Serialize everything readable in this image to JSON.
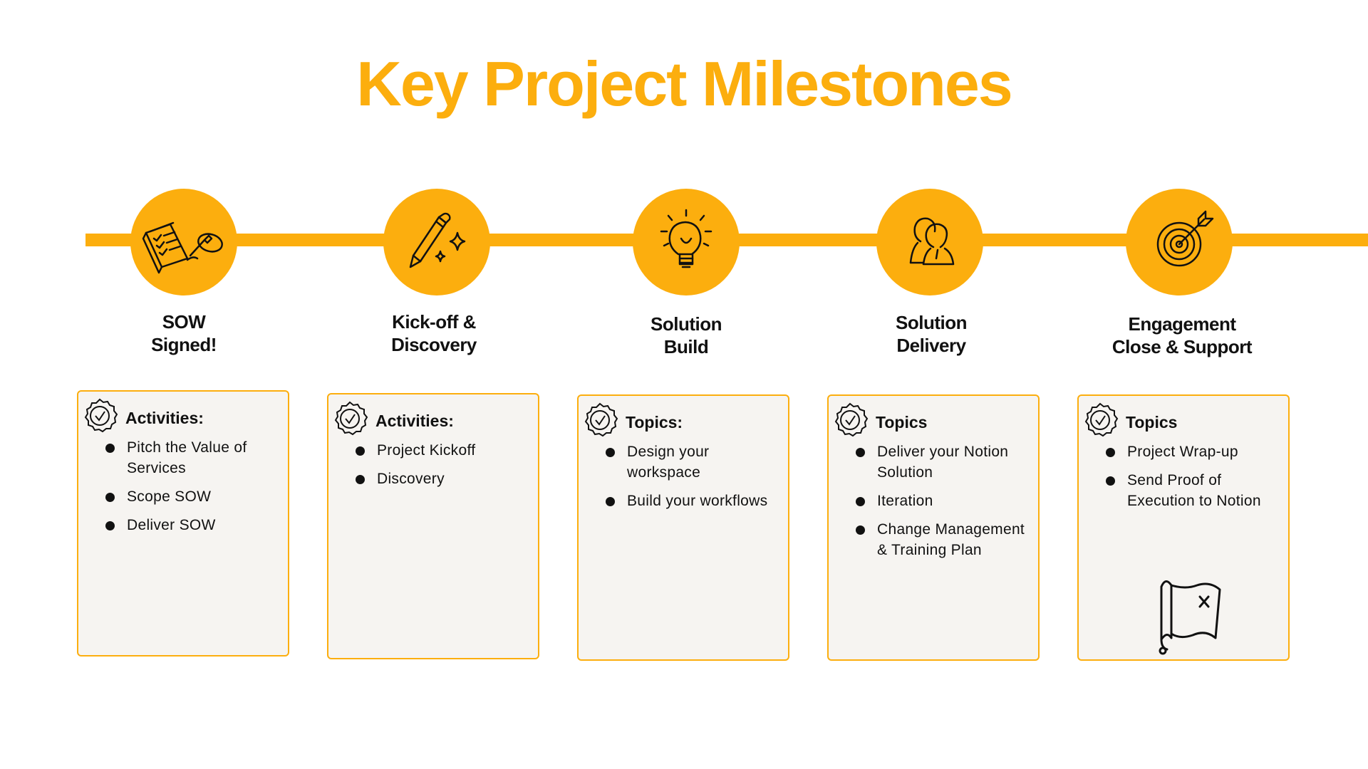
{
  "title": "Key Project Milestones",
  "colors": {
    "accent": "#FCAE0E",
    "card_bg": "#f6f4f1",
    "text": "#111111"
  },
  "milestones": [
    {
      "icon": "signed-document-icon",
      "label_lines": [
        "SOW",
        "Signed!"
      ],
      "card": {
        "heading": "Activities:",
        "items": [
          "Pitch the Value of Services",
          "Scope SOW",
          "Deliver SOW"
        ]
      }
    },
    {
      "icon": "pencil-sparkle-icon",
      "label_lines": [
        "Kick-off &",
        "Discovery"
      ],
      "card": {
        "heading": "Activities:",
        "items": [
          "Project Kickoff",
          "Discovery"
        ]
      }
    },
    {
      "icon": "lightbulb-icon",
      "label_lines": [
        "Solution",
        "Build"
      ],
      "card": {
        "heading": "Topics:",
        "items": [
          "Design your workspace",
          "Build your workflows"
        ]
      }
    },
    {
      "icon": "people-icon",
      "label_lines": [
        "Solution",
        "Delivery"
      ],
      "card": {
        "heading": "Topics",
        "items": [
          "Deliver your Notion Solution",
          "Iteration",
          "Change Management & Training Plan"
        ]
      }
    },
    {
      "icon": "target-icon",
      "label_lines": [
        "Engagement",
        "Close & Support"
      ],
      "card": {
        "heading": "Topics",
        "items": [
          "Project Wrap-up",
          "Send Proof of Execution to Notion"
        ],
        "decoration": "treasure-map-icon"
      }
    }
  ]
}
